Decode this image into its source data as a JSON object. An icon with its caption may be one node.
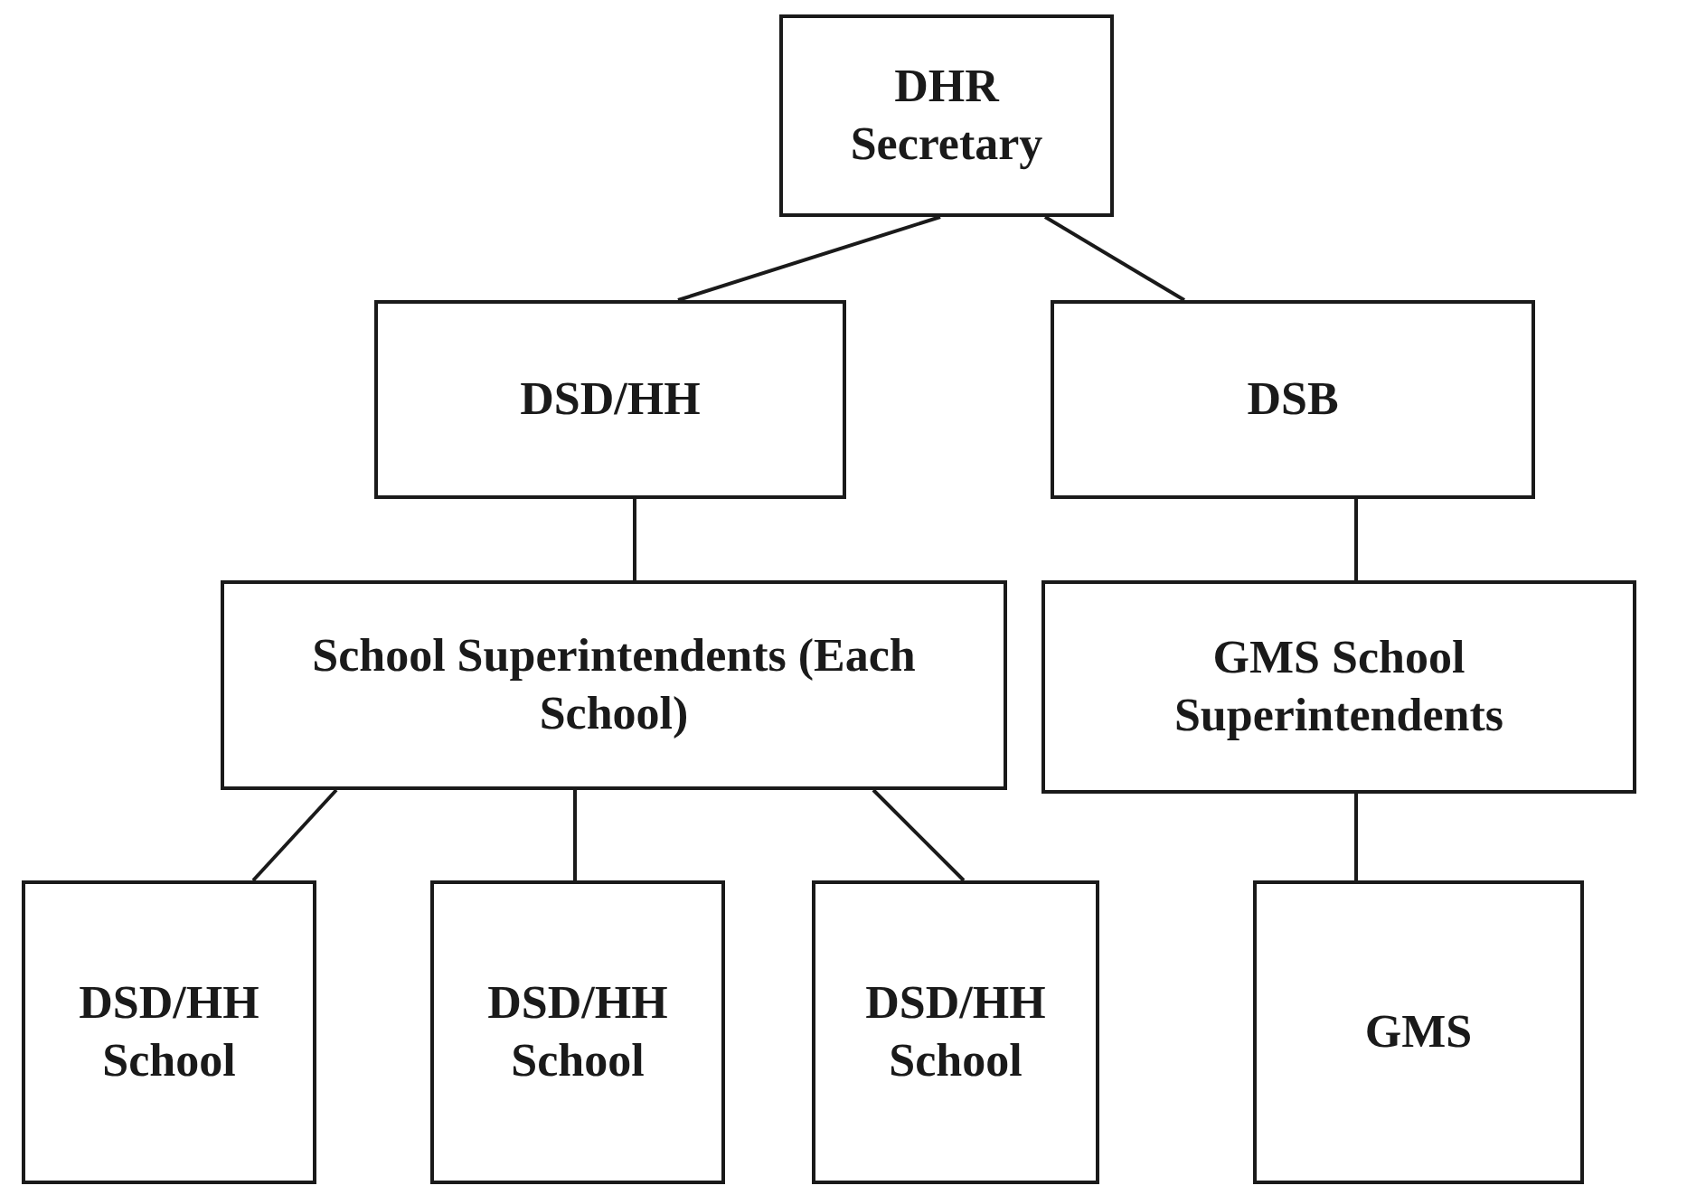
{
  "diagram": {
    "nodes": [
      {
        "text": [
          "DHR Secretary"
        ]
      },
      {
        "text": [
          "DSD/HH"
        ]
      },
      {
        "text": [
          "DSB"
        ]
      },
      {
        "text": [
          "School Superintendents (Each School)"
        ]
      },
      {
        "text": [
          "GMS School Superintendents"
        ]
      },
      {
        "text": [
          "DSD/HH School"
        ]
      },
      {
        "text": [
          "DSD/HH School"
        ]
      },
      {
        "text": [
          "DSD/HH School"
        ]
      },
      {
        "text": [
          "GMS"
        ]
      }
    ],
    "edges": [
      {
        "from": 0,
        "to": 1,
        "arrow": "none"
      },
      {
        "from": 0,
        "to": 2,
        "arrow": "none"
      },
      {
        "from": 1,
        "to": 3,
        "arrow": "none"
      },
      {
        "from": 2,
        "to": 4,
        "arrow": "none"
      },
      {
        "from": 3,
        "to": 5,
        "arrow": "none"
      },
      {
        "from": 3,
        "to": 6,
        "arrow": "none"
      },
      {
        "from": 3,
        "to": 7,
        "arrow": "none"
      },
      {
        "from": 4,
        "to": 8,
        "arrow": "none"
      }
    ]
  }
}
